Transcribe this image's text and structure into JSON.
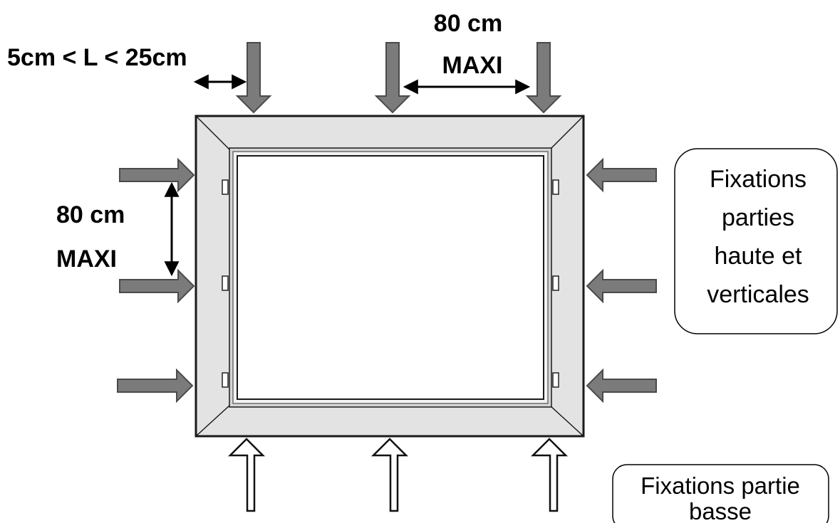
{
  "labels": {
    "edge_distance": "5cm < L < 25cm",
    "top_spacing_line1": "80 cm",
    "top_spacing_line2": "MAXI",
    "side_spacing_line1": "80 cm",
    "side_spacing_line2": "MAXI"
  },
  "callouts": {
    "top_and_sides": [
      "Fixations",
      "parties",
      "haute et",
      "verticales"
    ],
    "bottom": [
      "Fixations partie",
      "basse"
    ]
  },
  "colors": {
    "frame_fill": "#e3e3e3",
    "frame_stroke": "#1a1a1a",
    "fixation_arrow_fill": "#7b7b7b",
    "fixation_arrow_stroke": "#4a4a4a",
    "bottom_arrow_fill": "#ffffff",
    "dimension_line": "#000000"
  },
  "icons": {
    "fixation_arrow": "block-arrow-icon",
    "bottom_fixation_arrow": "hollow-block-arrow-icon",
    "dimension_arrow": "double-headed-arrow-icon"
  }
}
